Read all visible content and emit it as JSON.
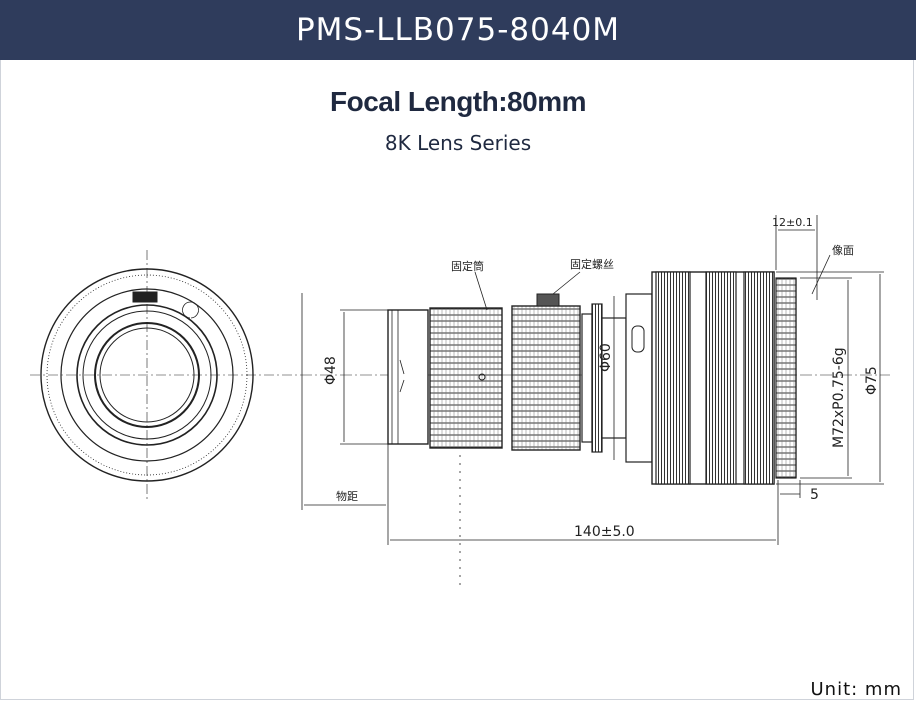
{
  "header": {
    "title": "PMS-LLB075-8040M"
  },
  "subtitle": {
    "focal_length": "Focal Length:80mm",
    "series": "8K Lens Series"
  },
  "drawing": {
    "labels": {
      "fixed_sleeve": "固定筒",
      "fixed_screw": "固定螺丝",
      "image_plane": "像面",
      "object_distance": "物距"
    },
    "dimensions": {
      "d48": "Φ48",
      "d60": "Φ60",
      "d75": "Φ75",
      "thread": "M72xP0.75-6g",
      "length": "140±5.0",
      "flange": "12±0.1",
      "offset": "5"
    }
  },
  "footer": {
    "unit": "Unit:  mm"
  },
  "colors": {
    "header_bg": "#2f3c5c",
    "title_text": "#1f2940"
  }
}
